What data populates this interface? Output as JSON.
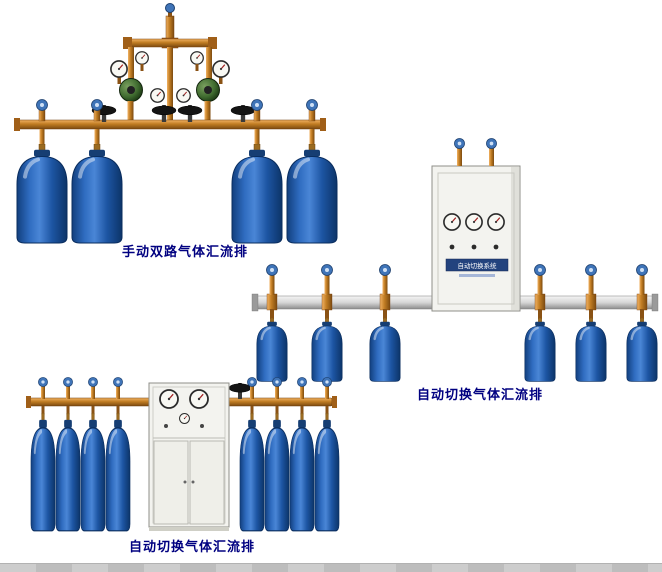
{
  "page": {
    "background_color": "#ffffff",
    "caption_color": "#000080"
  },
  "products": [
    {
      "name": "manual-dual-manifold",
      "caption": "手动双路气体汇流排",
      "cylinders": 4
    },
    {
      "name": "auto-switch-manifold-wall-cabinet",
      "caption": "自动切换气体汇流排",
      "cabinet_plate_text": "自动切换系统",
      "cylinders": 6
    },
    {
      "name": "auto-switch-manifold-floor-cabinet",
      "caption": "自动切换气体汇流排",
      "cylinders": 8
    }
  ],
  "colors": {
    "pipe_brass": "#c07c22",
    "cylinder_blue": "#2f6cc0",
    "cabinet_white": "#f3f3ef",
    "rail_silver": "#d6d6d6",
    "valve_knob_blue": "#3f74b8",
    "regulator_green": "#3f6b2f"
  }
}
